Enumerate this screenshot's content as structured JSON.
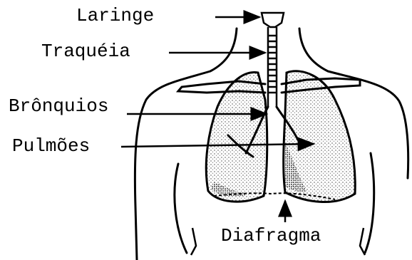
{
  "labels": {
    "laringe": "Laringe",
    "traqueia": "Traquéia",
    "bronquios": "Brônquios",
    "pulmoes": "Pulmões",
    "diafragma": "Diafragma"
  },
  "colors": {
    "ink": "#000000",
    "background": "#ffffff",
    "stipple": "#555555"
  }
}
